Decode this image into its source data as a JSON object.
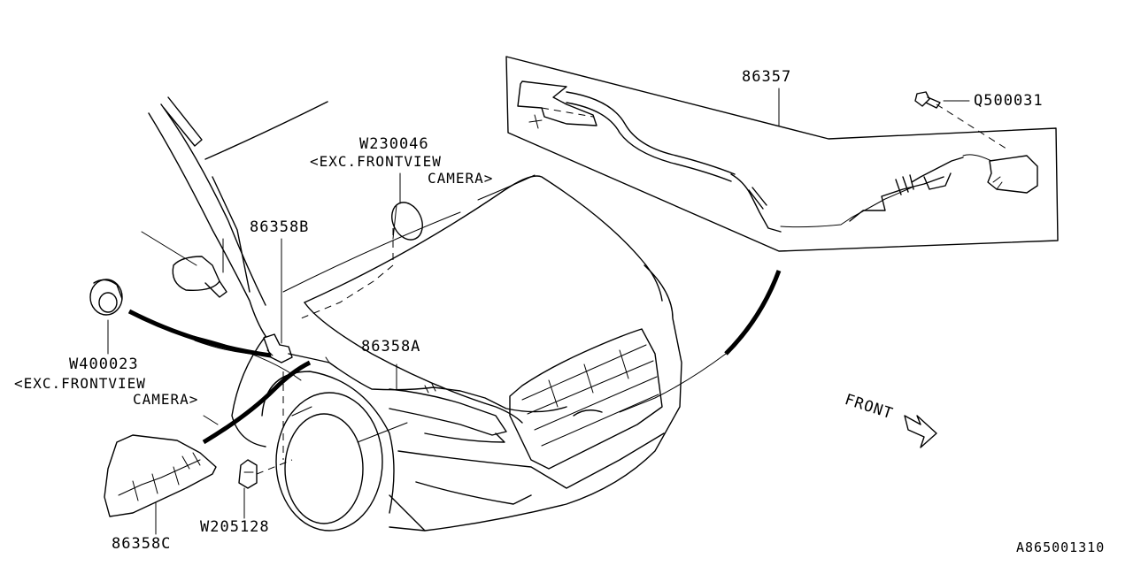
{
  "parts": [
    {
      "id": "86357",
      "callout": "86357"
    },
    {
      "id": "q500031",
      "callout": "Q500031"
    },
    {
      "id": "w230046",
      "callout": "W230046",
      "note_line1": "<EXC.FRONTVIEW",
      "note_line2": "CAMERA>"
    },
    {
      "id": "86358b",
      "callout": "86358B"
    },
    {
      "id": "86358a",
      "callout": "86358A"
    },
    {
      "id": "w400023",
      "callout": "W400023",
      "note_line1": "<EXC.FRONTVIEW",
      "note_line2": "CAMERA>"
    },
    {
      "id": "86358c",
      "callout": "86358C"
    },
    {
      "id": "w205128",
      "callout": "W205128"
    }
  ],
  "direction_label": "FRONT",
  "diagram_id": "A865001310"
}
